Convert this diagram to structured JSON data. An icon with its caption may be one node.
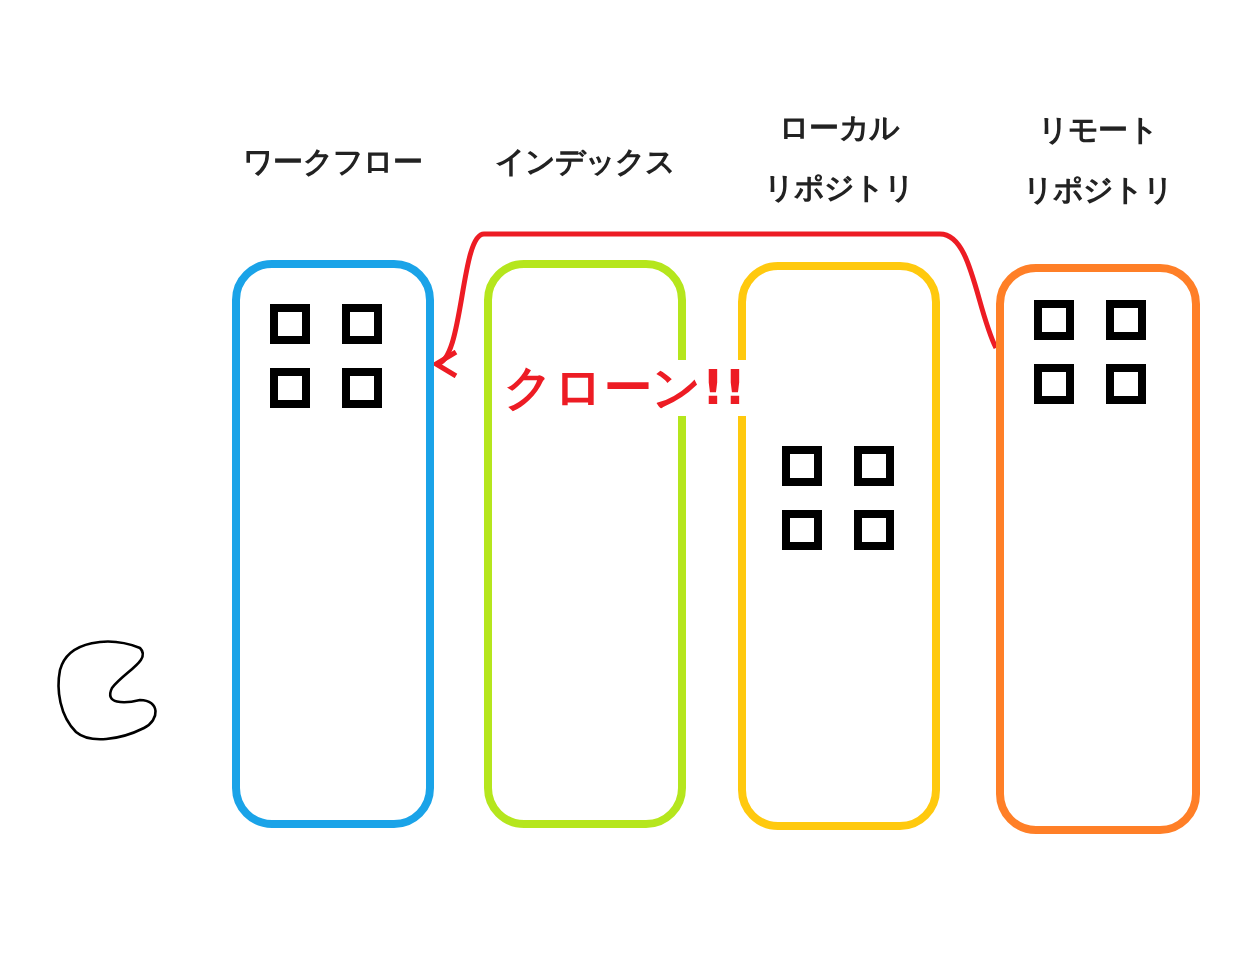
{
  "diagram": {
    "nodes": [
      {
        "text": [
          "ワークフロー"
        ]
      },
      {
        "text": [
          "インデックス"
        ]
      },
      {
        "text": [
          "ローカルリポジトリ"
        ]
      },
      {
        "text": [
          "リモートリポジトリ"
        ]
      }
    ],
    "edges": [
      {
        "from": 3,
        "to": 0,
        "arrow": "to",
        "label": "クローン!!",
        "color": "#ed1c24"
      }
    ]
  }
}
